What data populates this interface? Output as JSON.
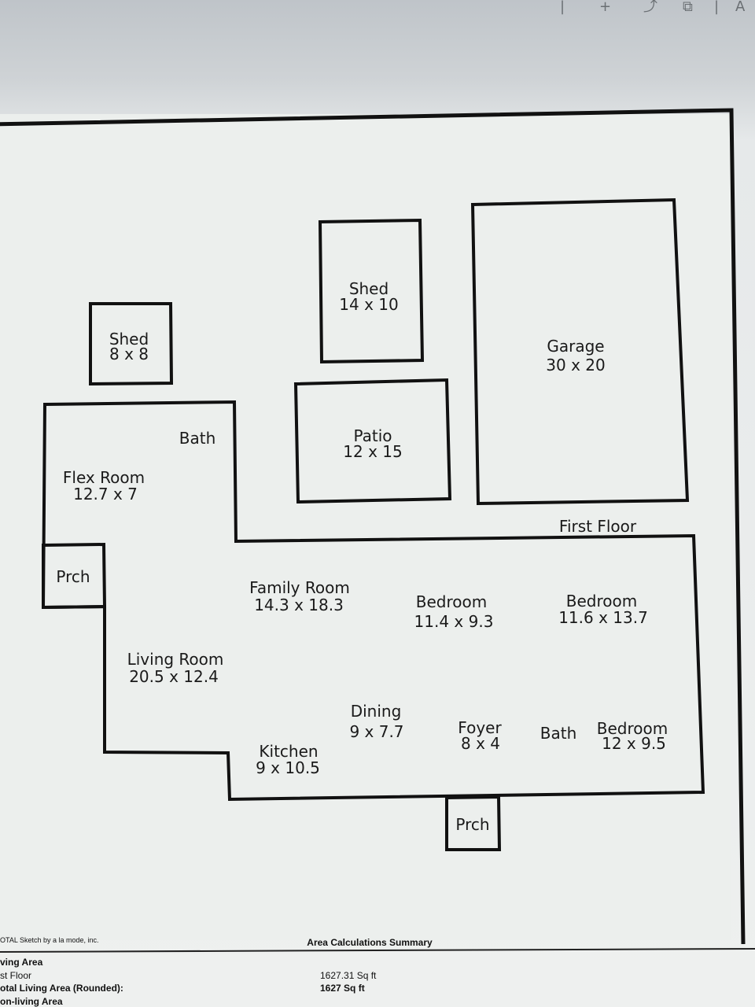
{
  "toolbar": {
    "icons": [
      "separator-icon",
      "plus-icon",
      "cursor-icon",
      "fit-icon",
      "font-size-icon"
    ],
    "font_size_label": "A"
  },
  "floor_label": "First Floor",
  "rooms": {
    "shed_small": {
      "name": "Shed",
      "dims": "8 x 8"
    },
    "shed_large": {
      "name": "Shed",
      "dims": "14 x 10"
    },
    "garage": {
      "name": "Garage",
      "dims": "30 x 20"
    },
    "patio": {
      "name": "Patio",
      "dims": "12 x 15"
    },
    "bath_upper": {
      "name": "Bath"
    },
    "flex_room": {
      "name": "Flex Room",
      "dims": "12.7 x 7"
    },
    "porch_left": {
      "name": "Prch"
    },
    "family_room": {
      "name": "Family Room",
      "dims": "14.3 x 18.3"
    },
    "bedroom_1": {
      "name": "Bedroom",
      "dims": "11.4 x 9.3"
    },
    "bedroom_2": {
      "name": "Bedroom",
      "dims": "11.6 x 13.7"
    },
    "living_room": {
      "name": "Living Room",
      "dims": "20.5 x 12.4"
    },
    "dining": {
      "name": "Dining",
      "dims": "9 x 7.7"
    },
    "foyer": {
      "name": "Foyer",
      "dims": "8 x 4"
    },
    "bath_lower": {
      "name": "Bath"
    },
    "bedroom_3": {
      "name": "Bedroom",
      "dims": "12 x 9.5"
    },
    "kitchen": {
      "name": "Kitchen",
      "dims": "9 x 10.5"
    },
    "porch_bottom": {
      "name": "Prch"
    }
  },
  "footer": {
    "credit": "OTAL Sketch by a la mode, inc.",
    "summary_title": "Area Calculations Summary",
    "living_area_heading": "ving Area",
    "first_floor_label": "st Floor",
    "first_floor_value": "1627.31 Sq ft",
    "total_label": "otal Living Area (Rounded):",
    "total_value": "1627 Sq ft",
    "non_living_heading": "on-living Area"
  }
}
